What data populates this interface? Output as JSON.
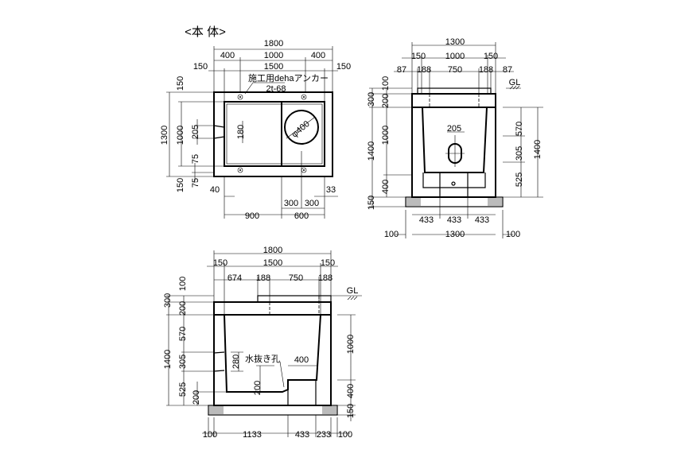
{
  "title": "<本 体>",
  "plan": {
    "top": [
      "1800",
      "400",
      "1000",
      "400",
      "150",
      "1500",
      "150"
    ],
    "anchor_label": "施工用dehaアンカー",
    "anchor_spec": "2t-68",
    "left": [
      "1300",
      "150",
      "1000",
      "150",
      "205",
      "75",
      "75"
    ],
    "inner": [
      "180",
      "φ400"
    ],
    "bottom": [
      "40",
      "33",
      "300",
      "300",
      "900",
      "600"
    ]
  },
  "front": {
    "top": [
      "1300",
      "150",
      "1000",
      "150",
      "87",
      "188",
      "750",
      "188",
      "87"
    ],
    "gl": "GL",
    "left": [
      "100",
      "300",
      "200",
      "1400",
      "1000",
      "400",
      "150"
    ],
    "right": [
      "570",
      "305",
      "525",
      "1400"
    ],
    "inner": [
      "205"
    ],
    "bottom": [
      "433",
      "433",
      "433",
      "100",
      "1300",
      "100"
    ]
  },
  "side": {
    "top": [
      "1800",
      "150",
      "1500",
      "150",
      "674",
      "188",
      "750",
      "188"
    ],
    "gl": "GL",
    "left": [
      "100",
      "300",
      "200",
      "1400",
      "570",
      "305",
      "525",
      "200"
    ],
    "inner": [
      "280",
      "水抜き孔",
      "400",
      "200"
    ],
    "right": [
      "1000",
      "400",
      "150"
    ],
    "bottom": [
      "100",
      "1133",
      "433",
      "233",
      "100"
    ]
  }
}
